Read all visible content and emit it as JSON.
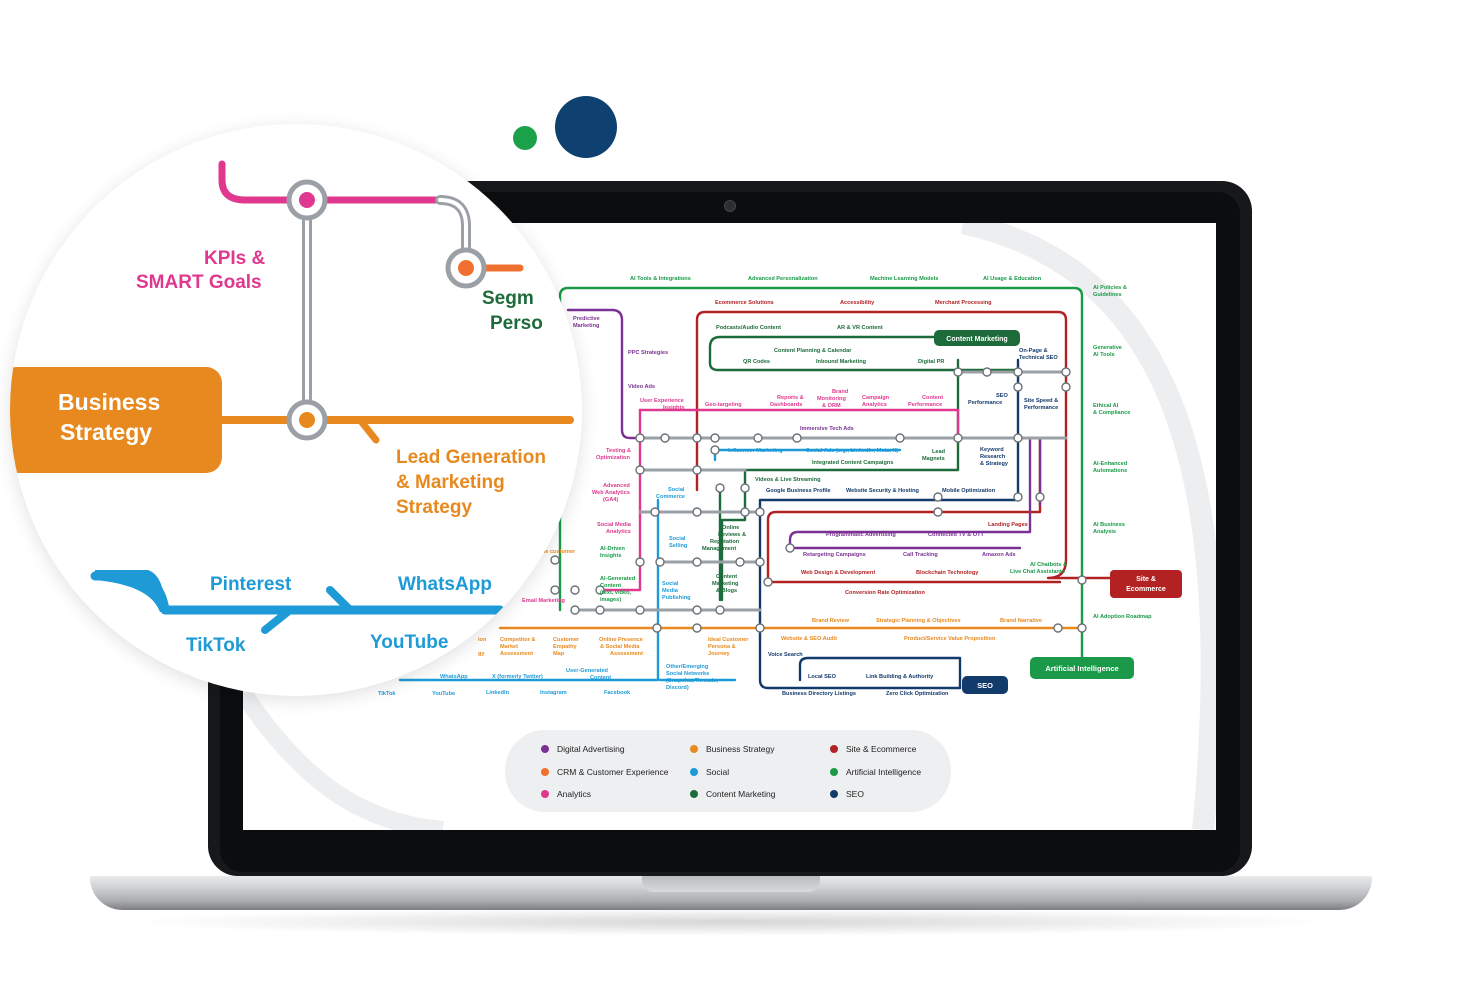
{
  "map": {
    "stations": {
      "ai_tools": "AI Tools & Integrations",
      "adv_personalization": "Advanced Personalization",
      "ml_models": "Machine Learning Models",
      "ai_usage": "AI Usage & Education",
      "ai_policies": "AI Policies & Guidelines",
      "predictive": "Predictive Marketing",
      "ppc": "PPC Strategies",
      "video_ads": "Video Ads",
      "ecom_solutions": "Ecommerce Solutions",
      "accessibility": "Accessibility",
      "merchant": "Merchant Processing",
      "podcasts": "Podcasts/Audio Content",
      "ar_vr": "AR & VR Content",
      "content_planning": "Content Planning & Calendar",
      "qr_codes": "QR Codes",
      "inbound": "Inbound Marketing",
      "digital_pr": "Digital PR",
      "onpage": "On-Page & Technical SEO",
      "generative_ai": "Generative AI Tools",
      "ux_insights": "User Experience Insights",
      "geo": "Geo-targeting",
      "reports": "Reports & Dashboards",
      "brand_monitoring": "Brand Monitoring & ORM",
      "campaign_analytics": "Campaign Analytics",
      "content_performance": "Content Performance",
      "seo_performance": "SEO Performance",
      "site_speed": "Site Speed & Performance",
      "ethical_ai": "Ethical AI & Compliance",
      "immersive": "Immersive Tech Ads",
      "testing": "Testing & Optimization",
      "influencer": "Influencer Marketing",
      "social_ads": "Social Ads (e.g., LinkedIn, Meta, X)",
      "integrated": "Integrated Content Campaigns",
      "lead_magnets": "Lead Magnets",
      "keyword": "Keyword Research & Strategy",
      "ai_automations": "AI-Enhanced Automations",
      "videos_live": "Videos & Live Streaming",
      "gbp": "Google Business Profile",
      "security": "Website Security & Hosting",
      "mobile": "Mobile Optimization",
      "ga4": "Advanced Web Analytics (GA4)",
      "social_commerce": "Social Commerce",
      "landing_pages": "Landing Pages",
      "ai_business": "AI Business Analysis",
      "sm_analytics": "Social Media Analytics",
      "online_reviews": "Online Reviews & Reputation Management",
      "programmatic": "Programmatic Advertising",
      "connected_tv": "Connected TV & OTT",
      "social_selling": "Social Selling",
      "ai_driven": "AI-Driven Insights",
      "retargeting": "Retargeting Campaigns",
      "call_tracking": "Call Tracking",
      "amazon_ads": "Amazon Ads",
      "ai_chatbots": "AI Chatbots & Live Chat Assistants",
      "ai_generated": "AI-Generated Content (text, video, images)",
      "content_blogs": "Content Marketing & Blogs",
      "sm_publishing": "Social Media Publishing",
      "web_design": "Web Design & Development",
      "blockchain": "Blockchain Technology",
      "conversion": "Conversion Rate Optimization",
      "email": "Email Marketing",
      "ai_adoption": "AI Adoption Roadmap",
      "brand_review": "Brand Review",
      "strategic_planning": "Strategic Planning & Objectives",
      "brand_narrative": "Brand Narrative",
      "competitor": "Competitor & Market Assessment",
      "customer_empathy": "Customer Empathy Map",
      "online_presence": "Online Presence & Social Media Assessment",
      "ideal_customer": "Ideal Customer Persona & Journey",
      "website_seo_audit": "Website & SEO Audit",
      "product_value": "Product/Service Value Proposition",
      "voice_search": "Voice Search",
      "ugc": "User-Generated Content",
      "other_social": "Other/Emerging Social Networks (Snapchat,Threads, Discord)",
      "local_seo": "Local SEO",
      "link_building": "Link Building & Authority",
      "biz_listings": "Business Directory Listings",
      "zero_click": "Zero Click Optimization",
      "whatsapp": "WhatsApp",
      "x": "X (formerly Twitter)",
      "tiktok": "TikTok",
      "youtube": "YouTube",
      "linkedin": "LinkedIn",
      "instagram": "Instagram",
      "facebook": "Facebook",
      "the_customer": "the customer",
      "ion": "ion",
      "gy": "gy"
    },
    "terminals": {
      "content_marketing": "Content Marketing",
      "site_ecommerce": "Site & Ecommerce",
      "artificial_intelligence": "Artificial Intelligence",
      "seo": "SEO"
    }
  },
  "legend": [
    {
      "label": "Digital Advertising",
      "color": "#7b3294"
    },
    {
      "label": "Business Strategy",
      "color": "#e8891f"
    },
    {
      "label": "Site & Ecommerce",
      "color": "#b22222"
    },
    {
      "label": "CRM & Customer Experience",
      "color": "#f07030"
    },
    {
      "label": "Social",
      "color": "#1e9bd7"
    },
    {
      "label": "Artificial Intelligence",
      "color": "#1a9a48"
    },
    {
      "label": "Analytics",
      "color": "#e0388f"
    },
    {
      "label": "Content Marketing",
      "color": "#1d6b3a"
    },
    {
      "label": "SEO",
      "color": "#123a6b"
    }
  ],
  "zoom": {
    "kpis": "KPIs &",
    "smart_goals": "SMART Goals",
    "business": "Business",
    "strategy": "Strategy",
    "segm": "Segm",
    "perso": "Perso",
    "lead_gen": "Lead Generation",
    "marketing": "& Marketing",
    "mstrategy": "Strategy",
    "pinterest": "Pinterest",
    "whatsapp": "WhatsApp",
    "tiktok": "TikTok",
    "youtube": "YouTube"
  },
  "colors": {
    "digital_advertising": "#7b3294",
    "business_strategy": "#e8891f",
    "site_ecommerce": "#b22222",
    "crm": "#f07030",
    "social": "#1e9bd7",
    "ai": "#1a9a48",
    "analytics": "#e0388f",
    "content": "#1d6b3a",
    "seo": "#123a6b"
  }
}
